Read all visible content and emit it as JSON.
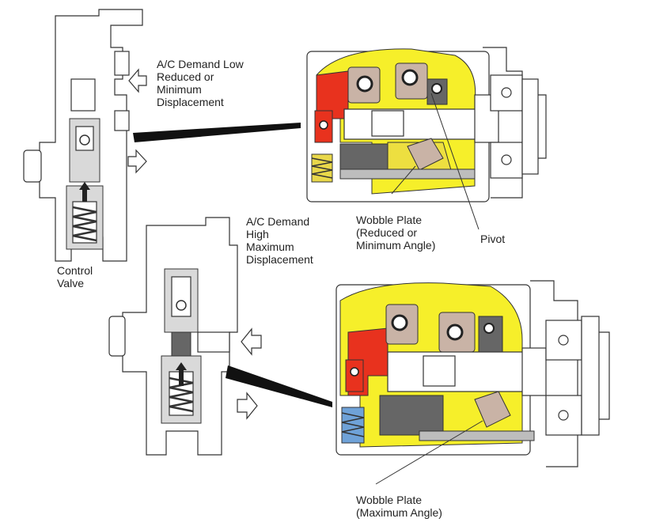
{
  "labels": {
    "ac_low": "A/C Demand Low\nReduced or\nMinimum\nDisplacement",
    "ac_high": "A/C Demand\nHigh\nMaximum\nDisplacement",
    "control_valve": "Control\nValve",
    "wobble_reduced": "Wobble Plate\n(Reduced or\nMinimum Angle)",
    "pivot": "Pivot",
    "wobble_max": "Wobble Plate\n(Maximum Angle)"
  }
}
